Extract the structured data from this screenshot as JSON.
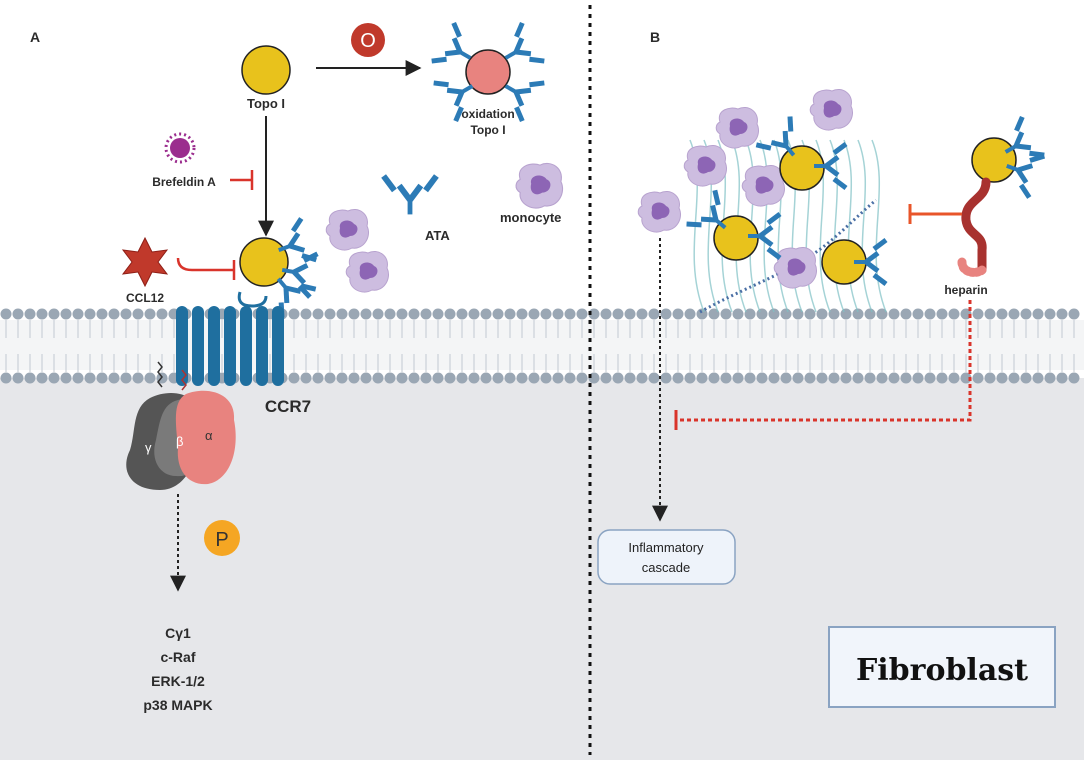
{
  "panel_a": {
    "letter": "A",
    "topo_label": "Topo I",
    "oxidation_symbol": "O",
    "oxidation_label_line1": "oxidation",
    "oxidation_label_line2": "Topo I",
    "brefeldin_label": "Brefeldin A",
    "ata_label": "ATA",
    "monocyte_label": "monocyte",
    "ccl12_label": "CCL12",
    "ccr7_label": "CCR7",
    "g_gamma": "γ",
    "g_beta": "β",
    "g_alpha": "α",
    "phospho_symbol": "P",
    "targets": [
      "Cγ1",
      "c-Raf",
      "ERK-1/2",
      "p38 MAPK"
    ]
  },
  "panel_b": {
    "letter": "B",
    "heparin_label": "heparin",
    "inflammatory_line1": "Inflammatory",
    "inflammatory_line2": "cascade",
    "fibroblast_label": "Fibroblast"
  },
  "colors": {
    "topo_yellow": "#e8c21c",
    "oxidized_pink": "#e8837f",
    "antibody_blue": "#2c7bb6",
    "receptor_blue": "#1f6f9f",
    "monocyte_purple": "#b8a3cf",
    "inhibit_red": "#d9342b",
    "membrane_gray": "#9aa7b4",
    "cytoplasm": "#e6e7ea"
  }
}
